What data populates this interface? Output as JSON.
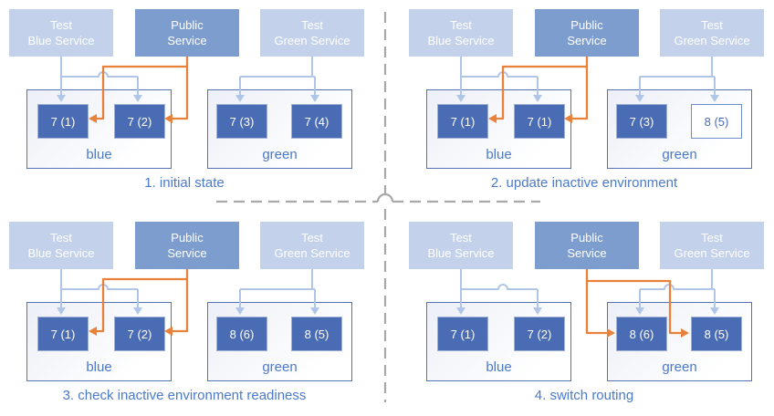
{
  "colors": {
    "pod_fill": "#4a6cb4",
    "pod_border": "#9fb1d6",
    "pod_pending_fill": "#ffffff",
    "pod_pending_border": "#6d8ecb",
    "pod_pending_text": "#4a6cb4",
    "service_test_fill": "#c3d2ea",
    "service_public_fill": "#7e9dcf",
    "service_text": "#ffffff",
    "env_border": "#5472b4",
    "env_fill_start": "#eceff6",
    "env_fill_end": "#ffffff",
    "label_text": "#4b79cb",
    "wire_blue": "#b0c6e8",
    "wire_orange": "#e8813a",
    "divider": "#a8a8a8"
  },
  "panels": [
    {
      "caption": "1. initial state",
      "services": [
        {
          "line1": "Test",
          "line2": "Blue Service"
        },
        {
          "line1": "Public",
          "line2": "Service"
        },
        {
          "line1": "Test",
          "line2": "Green Service"
        }
      ],
      "environments": [
        {
          "label": "blue",
          "pods": [
            {
              "label": "7 (1)"
            },
            {
              "label": "7 (2)"
            }
          ]
        },
        {
          "label": "green",
          "pods": [
            {
              "label": "7 (3)"
            },
            {
              "label": "7 (4)"
            }
          ]
        }
      ],
      "public_routes_to": "blue"
    },
    {
      "caption": "2. update inactive environment",
      "services": [
        {
          "line1": "Test",
          "line2": "Blue Service"
        },
        {
          "line1": "Public",
          "line2": "Service"
        },
        {
          "line1": "Test",
          "line2": "Green Service"
        }
      ],
      "environments": [
        {
          "label": "blue",
          "pods": [
            {
              "label": "7 (1)"
            },
            {
              "label": "7 (1)"
            }
          ]
        },
        {
          "label": "green",
          "pods": [
            {
              "label": "7 (3)"
            },
            {
              "label": "8 (5)",
              "state": "updating"
            }
          ]
        }
      ],
      "public_routes_to": "blue"
    },
    {
      "caption": "3. check inactive environment readiness",
      "services": [
        {
          "line1": "Test",
          "line2": "Blue Service"
        },
        {
          "line1": "Public",
          "line2": "Service"
        },
        {
          "line1": "Test",
          "line2": "Green Service"
        }
      ],
      "environments": [
        {
          "label": "blue",
          "pods": [
            {
              "label": "7 (1)"
            },
            {
              "label": "7 (2)"
            }
          ]
        },
        {
          "label": "green",
          "pods": [
            {
              "label": "8 (6)"
            },
            {
              "label": "8 (5)"
            }
          ]
        }
      ],
      "public_routes_to": "blue"
    },
    {
      "caption": "4. switch routing",
      "services": [
        {
          "line1": "Test",
          "line2": "Blue Service"
        },
        {
          "line1": "Public",
          "line2": "Service"
        },
        {
          "line1": "Test",
          "line2": "Green Service"
        }
      ],
      "environments": [
        {
          "label": "blue",
          "pods": [
            {
              "label": "7 (1)"
            },
            {
              "label": "7 (2)"
            }
          ]
        },
        {
          "label": "green",
          "pods": [
            {
              "label": "8 (6)"
            },
            {
              "label": "8 (5)"
            }
          ]
        }
      ],
      "public_routes_to": "green"
    }
  ]
}
